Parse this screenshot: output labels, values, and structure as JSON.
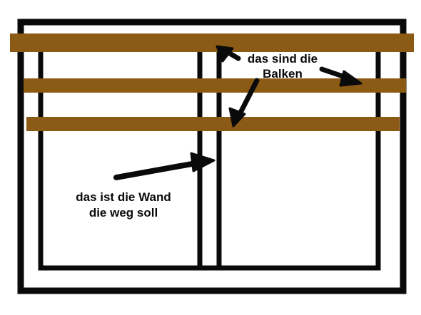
{
  "annotations": {
    "beams": {
      "line1": "das sind die",
      "line2": "Balken"
    },
    "wall": {
      "line1": "das ist die Wand",
      "line2": "die weg soll"
    }
  },
  "colors": {
    "beam": "#8B5A14",
    "ink": "#0A0A0A",
    "background": "#FFFFFF"
  }
}
